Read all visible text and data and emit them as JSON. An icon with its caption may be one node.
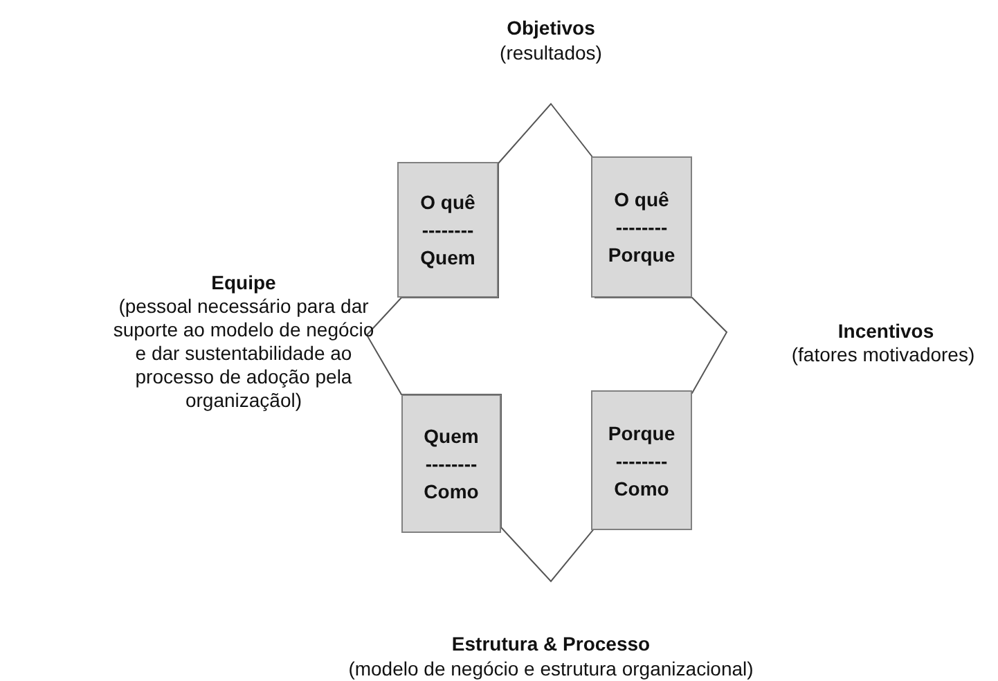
{
  "diagram": {
    "nodes": [
      {
        "text": [],
        "shape": "star"
      },
      {
        "text": [
          "O quê",
          "--------",
          "Quem"
        ]
      },
      {
        "text": [
          "O quê",
          "--------",
          "Porque"
        ]
      },
      {
        "text": [
          "Quem",
          "--------",
          "Como"
        ]
      },
      {
        "text": [
          "Porque",
          "--------",
          "Como"
        ]
      }
    ],
    "labels": [
      "Objetivos",
      "(resultados)",
      "Equipe",
      "(pessoal necessário para dar suporte ao modelo de negócio e dar sustentabilidade ao processo de adoção pela organizaçãol)",
      "Incentivos",
      "(fatores motivadores)",
      "Estrutura & Processo",
      "(modelo de negócio e estrutura organizacional)"
    ]
  }
}
